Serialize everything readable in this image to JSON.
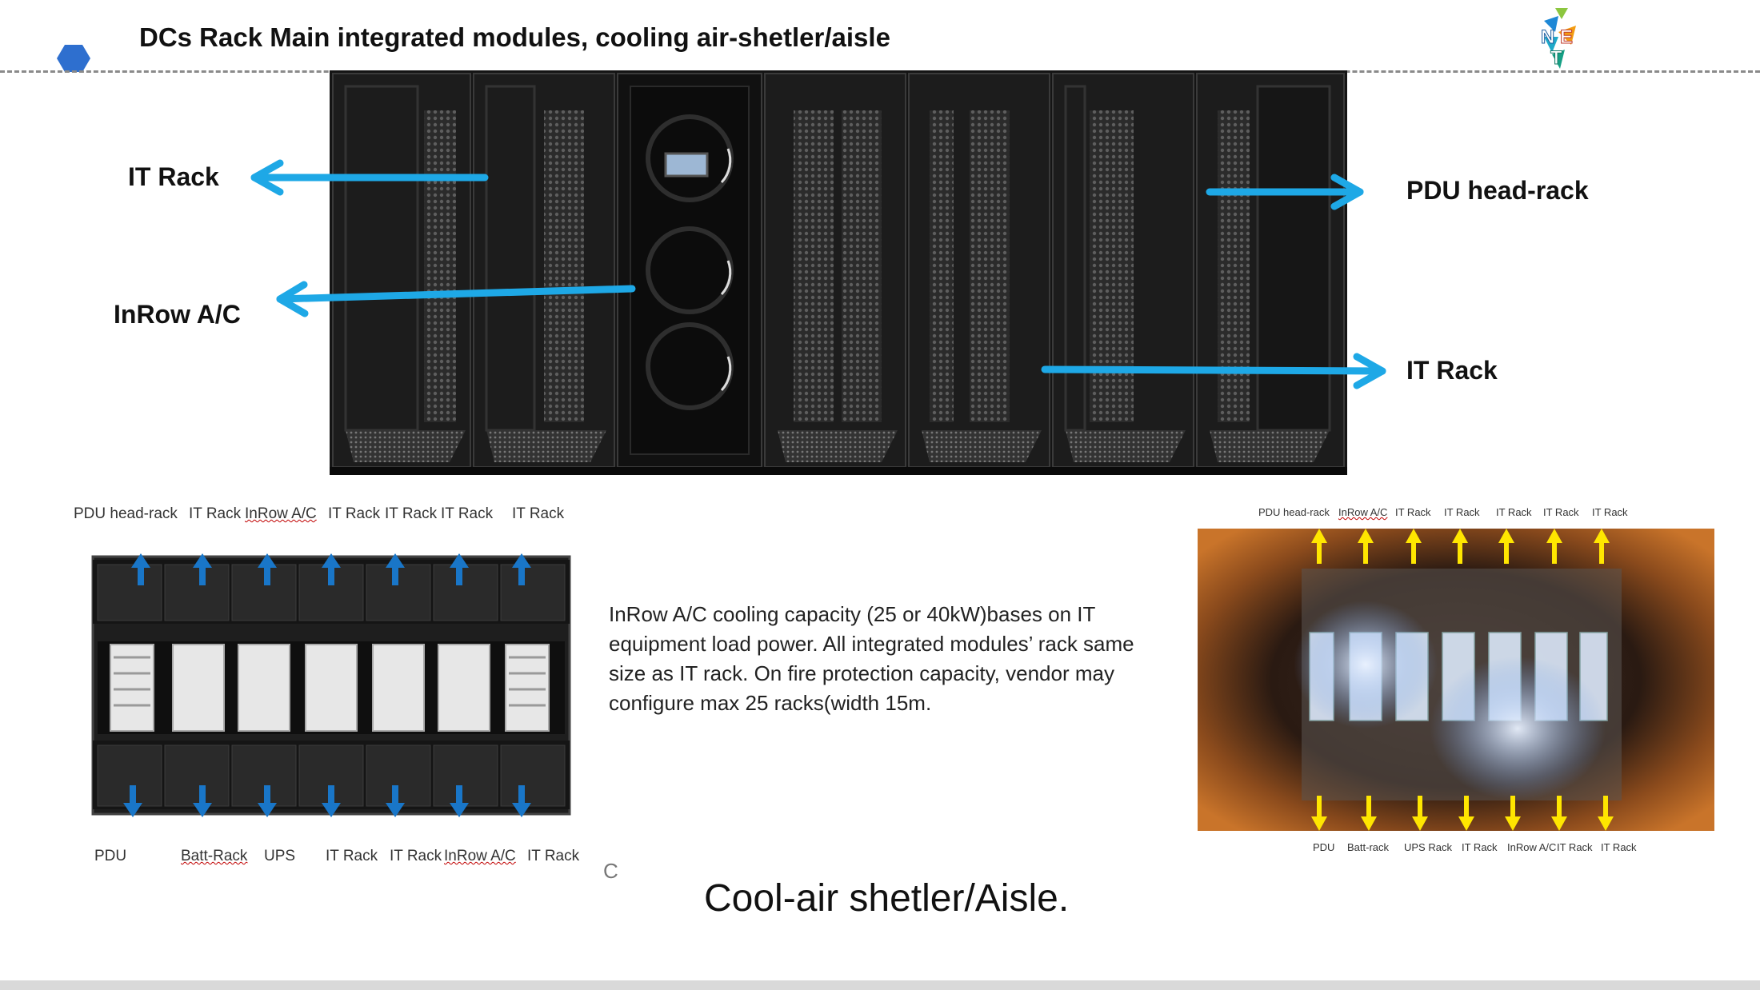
{
  "slide": {
    "title": "DCs Rack Main integrated modules, cooling air-shetler/aisle",
    "logo_letters": [
      "N",
      "E",
      "T"
    ],
    "callouts": {
      "left_top": "IT Rack",
      "left_mid": "InRow A/C",
      "right_top": "PDU head-rack",
      "right_bottom": "IT Rack"
    },
    "left_plan": {
      "top_labels": [
        "PDU head-rack",
        "IT Rack",
        "InRow A/C",
        "IT Rack",
        "IT Rack",
        "IT Rack",
        "IT Rack"
      ],
      "bottom_labels": [
        "PDU",
        "Batt-Rack",
        "UPS",
        "IT Rack",
        "IT Rack",
        "InRow A/C",
        "IT Rack"
      ]
    },
    "right_plan": {
      "top_labels": [
        "PDU head-rack",
        "InRow A/C",
        "IT Rack",
        "IT Rack",
        "IT Rack",
        "IT Rack",
        "IT Rack"
      ],
      "bottom_labels": [
        "PDU",
        "Batt-rack",
        "UPS Rack",
        "IT Rack",
        "InRow A/C",
        "IT Rack",
        "IT Rack"
      ]
    },
    "description": "InRow A/C cooling capacity (25 or 40kW)bases on IT equipment load power. All integrated modules’ rack same size as IT rack. On fire protection capacity, vendor may configure max 25 racks(width 15m.",
    "stray_mark": "C",
    "caption": "Cool-air shetler/Aisle."
  },
  "colors": {
    "arrow_blue": "#1ea8e6",
    "plan_arrow_blue": "#1976c8",
    "plan_arrow_yellow": "#ffe600",
    "hex_blue": "#2e6fcf",
    "rack_black": "#141414"
  }
}
